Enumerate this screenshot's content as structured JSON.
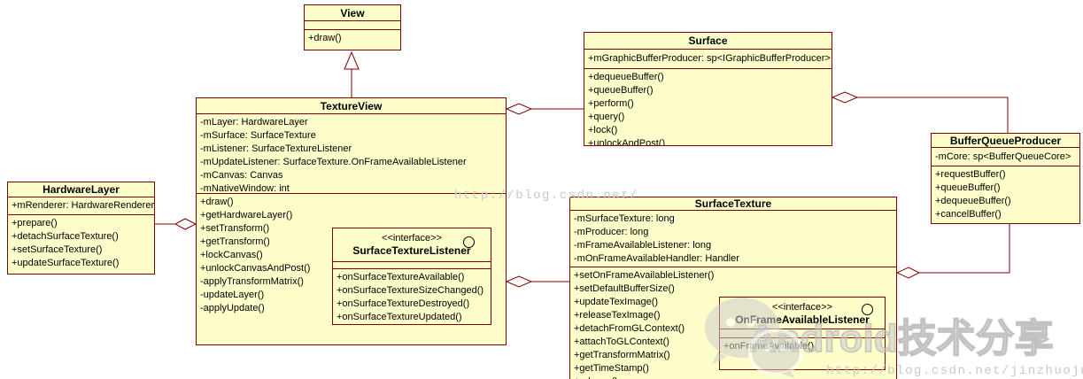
{
  "classes": {
    "view": {
      "title": "View",
      "attributes": [],
      "methods": [
        "+draw()"
      ]
    },
    "textureview": {
      "title": "TextureView",
      "attributes": [
        "-mLayer: HardwareLayer",
        "-mSurface: SurfaceTexture",
        "-mListener: SurfaceTextureListener",
        "-mUpdateListener: SurfaceTexture.OnFrameAvailableListener",
        "-mCanvas: Canvas",
        "-mNativeWindow: int"
      ],
      "methods": [
        "+draw()",
        "+getHardwareLayer()",
        "+setTransform()",
        "+getTransform()",
        "+lockCanvas()",
        "+unlockCanvasAndPost()",
        "-applyTransformMatrix()",
        "-updateLayer()",
        "-applyUpdate()"
      ]
    },
    "surfacetexturelistener": {
      "stereotype": "<<interface>>",
      "title": "SurfaceTextureListener",
      "methods": [
        "+onSurfaceTextureAvailable()",
        "+onSurfaceTextureSizeChanged()",
        "+onSurfaceTextureDestroyed()",
        "+onSurfaceTextureUpdated()"
      ]
    },
    "surface": {
      "title": "Surface",
      "attributes": [
        "+mGraphicBufferProducer: sp<IGraphicBufferProducer>"
      ],
      "methods": [
        "+dequeueBuffer()",
        "+queueBuffer()",
        "+perform()",
        "+query()",
        "+lock()",
        "+unlockAndPost()"
      ]
    },
    "bufferqueueproducer": {
      "title": "BufferQueueProducer",
      "attributes": [
        "-mCore: sp<BufferQueueCore>"
      ],
      "methods": [
        "+requestBuffer()",
        "+queueBuffer()",
        "+dequeueBuffer()",
        "+cancelBuffer()"
      ]
    },
    "hardwarelayer": {
      "title": "HardwareLayer",
      "attributes": [
        "+mRenderer: HardwareRenderer"
      ],
      "methods": [
        "+prepare()",
        "+detachSurfaceTexture()",
        "+setSurfaceTexture()",
        "+updateSurfaceTexture()"
      ]
    },
    "surfacetexture": {
      "title": "SurfaceTexture",
      "attributes": [
        "-mSurfaceTexture: long",
        "-mProducer: long",
        "-mFrameAvailableListener: long",
        "-mOnFrameAvailableHandler: Handler"
      ],
      "methods": [
        "+setOnFrameAvailableListener()",
        "+setDefaultBufferSize()",
        "+updateTexImage()",
        "+releaseTexImage()",
        "+detachFromGLContext()",
        "+attachToGLContext()",
        "+getTransformMatrix()",
        "+getTimeStamp()",
        "+release()"
      ]
    },
    "onframeavailablelistener": {
      "stereotype": "<<interface>>",
      "title": "OnFrameAvailableListener",
      "methods": [
        "+onFrameAvailable()"
      ]
    }
  },
  "relationships": [
    {
      "type": "generalization",
      "from": "TextureView",
      "to": "View"
    },
    {
      "type": "aggregation",
      "owner": "TextureView",
      "part": "Surface"
    },
    {
      "type": "aggregation",
      "owner": "TextureView",
      "part": "HardwareLayer"
    },
    {
      "type": "aggregation",
      "owner": "TextureView",
      "part": "SurfaceTexture"
    },
    {
      "type": "aggregation",
      "owner": "Surface",
      "part": "BufferQueueProducer"
    },
    {
      "type": "aggregation",
      "owner": "SurfaceTexture",
      "part": "BufferQueueProducer"
    }
  ],
  "watermarks": {
    "center_url": "http://blog.csdn.net/",
    "bottom_url": "http://blog.csdn.net/jinzhuojun",
    "brand_text": "Android技术分享",
    "brand_icon": "wechat-icon"
  },
  "theme": {
    "box_fill": "#FEFECB",
    "box_border": "#800000",
    "watermark_color": "#C9C9C9",
    "text_color": "#000000"
  }
}
